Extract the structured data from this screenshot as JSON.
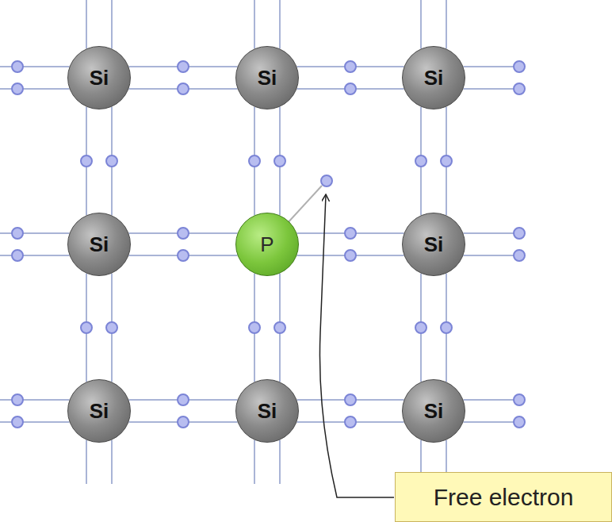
{
  "diagram": {
    "nodes": [
      {
        "text": [
          "Si"
        ]
      },
      {
        "text": [
          "Si"
        ]
      },
      {
        "text": [
          "Si"
        ]
      },
      {
        "text": [
          "Si"
        ]
      },
      {
        "text": [
          "P"
        ]
      },
      {
        "text": [
          "Si"
        ]
      },
      {
        "text": [
          "Si"
        ]
      },
      {
        "text": [
          "Si"
        ]
      },
      {
        "text": [
          "Si"
        ]
      },
      {
        "text": [
          "Free electron"
        ]
      }
    ],
    "edges": [
      {
        "from": 0,
        "to": 1,
        "arrow": "none"
      },
      {
        "from": 1,
        "to": 2,
        "arrow": "none"
      },
      {
        "from": 3,
        "to": 4,
        "arrow": "none"
      },
      {
        "from": 4,
        "to": 5,
        "arrow": "none"
      },
      {
        "from": 6,
        "to": 7,
        "arrow": "none"
      },
      {
        "from": 7,
        "to": 8,
        "arrow": "none"
      },
      {
        "from": 0,
        "to": 3,
        "arrow": "none"
      },
      {
        "from": 3,
        "to": 6,
        "arrow": "none"
      },
      {
        "from": 1,
        "to": 4,
        "arrow": "none"
      },
      {
        "from": 4,
        "to": 7,
        "arrow": "none"
      },
      {
        "from": 2,
        "to": 5,
        "arrow": "none"
      },
      {
        "from": 5,
        "to": 8,
        "arrow": "none"
      }
    ]
  }
}
